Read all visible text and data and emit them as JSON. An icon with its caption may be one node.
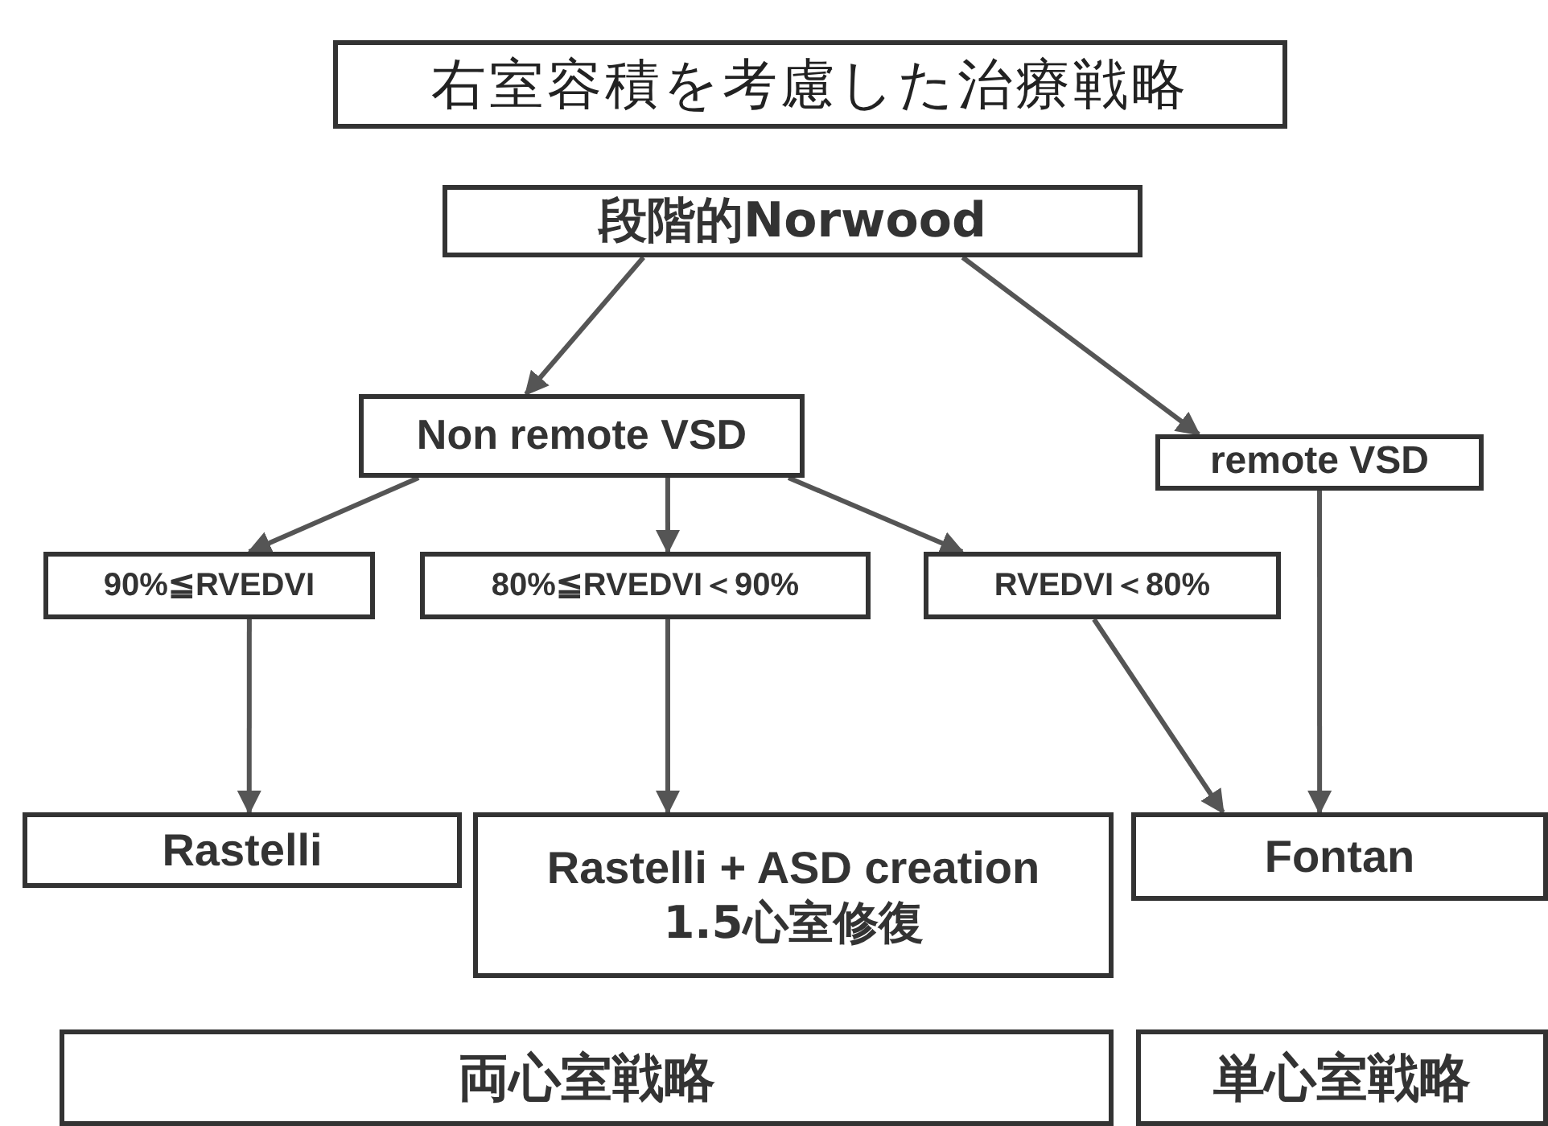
{
  "diagram": {
    "title": "右室容積を考慮した治療戦略",
    "nodes": [
      {
        "text": [
          "段階的Norwood"
        ]
      },
      {
        "text": [
          "Non remote VSD"
        ]
      },
      {
        "text": [
          "remote VSD"
        ]
      },
      {
        "text": [
          "90%≦RVEDVI"
        ]
      },
      {
        "text": [
          "80%≦RVEDVI＜90%"
        ]
      },
      {
        "text": [
          "RVEDVI＜80%"
        ]
      },
      {
        "text": [
          "Rastelli"
        ]
      },
      {
        "text": [
          "Rastelli + ASD creation",
          "1.5心室修復"
        ]
      },
      {
        "text": [
          "Fontan"
        ]
      },
      {
        "text": [
          "両心室戦略"
        ]
      },
      {
        "text": [
          "単心室戦略"
        ]
      }
    ],
    "edges": [
      {
        "from": 0,
        "to": 1,
        "arrow": "to"
      },
      {
        "from": 0,
        "to": 2,
        "arrow": "to"
      },
      {
        "from": 1,
        "to": 3,
        "arrow": "to"
      },
      {
        "from": 1,
        "to": 4,
        "arrow": "to"
      },
      {
        "from": 1,
        "to": 5,
        "arrow": "to"
      },
      {
        "from": 2,
        "to": 8,
        "arrow": "to"
      },
      {
        "from": 3,
        "to": 6,
        "arrow": "to"
      },
      {
        "from": 4,
        "to": 7,
        "arrow": "to"
      },
      {
        "from": 5,
        "to": 8,
        "arrow": "to"
      }
    ]
  }
}
